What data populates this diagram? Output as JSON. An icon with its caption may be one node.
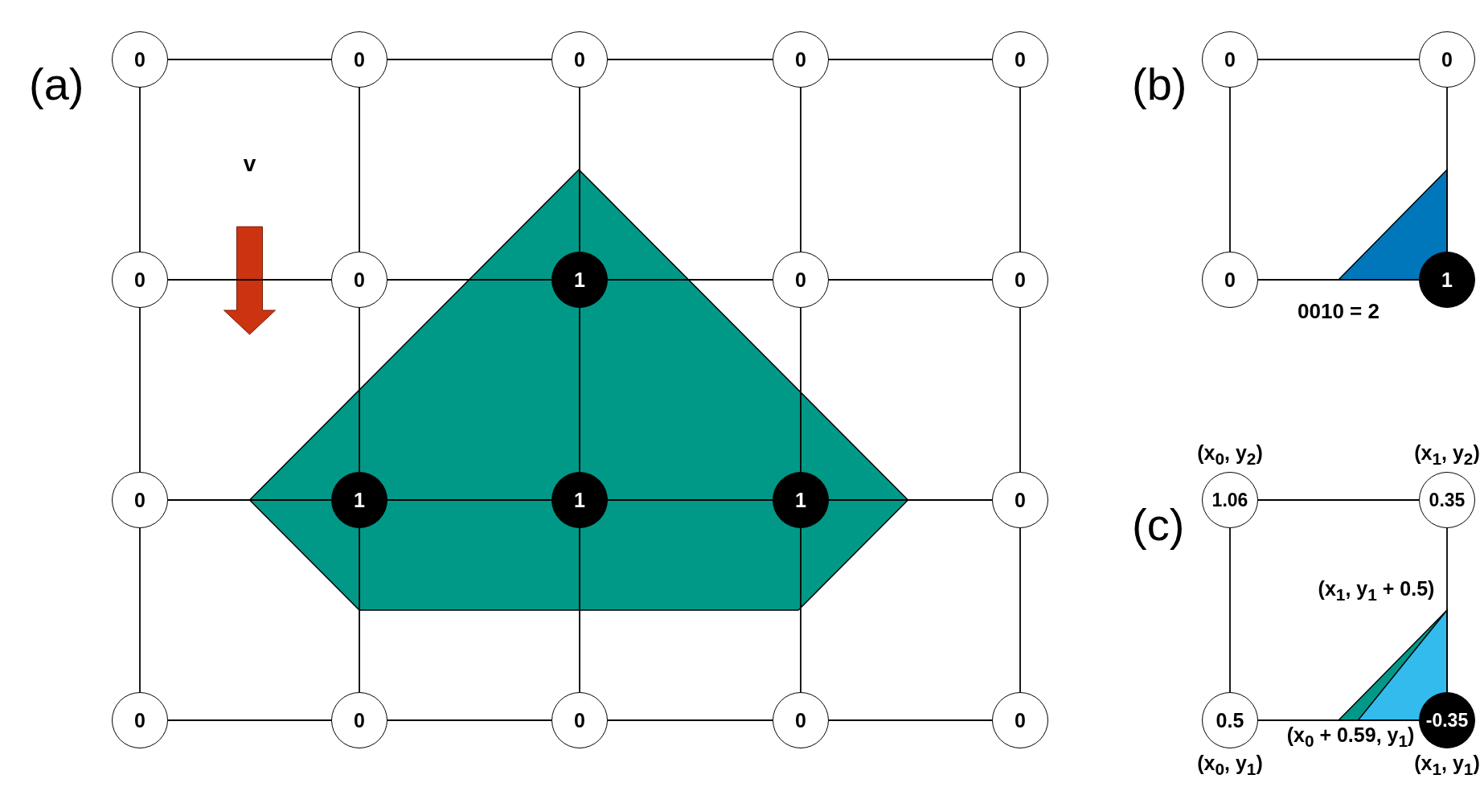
{
  "diagram": {
    "nodes": [
      {
        "text": [
          "0"
        ]
      },
      {
        "text": [
          "0"
        ]
      },
      {
        "text": [
          "0"
        ]
      },
      {
        "text": [
          "0"
        ]
      },
      {
        "text": [
          "0"
        ]
      },
      {
        "text": [
          "0"
        ]
      },
      {
        "text": [
          "0"
        ]
      },
      {
        "text": [
          "1"
        ]
      },
      {
        "text": [
          "0"
        ]
      },
      {
        "text": [
          "0"
        ]
      },
      {
        "text": [
          "0"
        ]
      },
      {
        "text": [
          "1"
        ]
      },
      {
        "text": [
          "1"
        ]
      },
      {
        "text": [
          "1"
        ]
      },
      {
        "text": [
          "0"
        ]
      },
      {
        "text": [
          "0"
        ]
      },
      {
        "text": [
          "0"
        ]
      },
      {
        "text": [
          "0"
        ]
      },
      {
        "text": [
          "0"
        ]
      },
      {
        "text": [
          "0"
        ]
      },
      {
        "text": [
          "0"
        ]
      },
      {
        "text": [
          "0"
        ]
      },
      {
        "text": [
          "0"
        ]
      },
      {
        "text": [
          "1"
        ]
      },
      {
        "text": [
          "1.06"
        ],
        "beside": [
          "(x$_{0}$, y$_{2}$)"
        ]
      },
      {
        "text": [
          "0.35"
        ],
        "beside": [
          "(x$_{1}$, y$_{2}$)"
        ]
      },
      {
        "text": [
          "0.5"
        ],
        "beside": [
          "(x$_{0}$, y$_{1}$)"
        ]
      },
      {
        "text": [
          "-0.35"
        ],
        "beside": [
          "(x$_{1}$, y$_{1}$)"
        ]
      }
    ],
    "edges": [
      {
        "from": 0,
        "to": 1,
        "arrow": "none"
      },
      {
        "from": 1,
        "to": 2,
        "arrow": "none"
      },
      {
        "from": 2,
        "to": 3,
        "arrow": "none"
      },
      {
        "from": 3,
        "to": 4,
        "arrow": "none"
      },
      {
        "from": 5,
        "to": 6,
        "arrow": "none"
      },
      {
        "from": 6,
        "to": 7,
        "arrow": "none"
      },
      {
        "from": 7,
        "to": 8,
        "arrow": "none"
      },
      {
        "from": 8,
        "to": 9,
        "arrow": "none"
      },
      {
        "from": 10,
        "to": 11,
        "arrow": "none"
      },
      {
        "from": 11,
        "to": 12,
        "arrow": "none"
      },
      {
        "from": 12,
        "to": 13,
        "arrow": "none"
      },
      {
        "from": 13,
        "to": 14,
        "arrow": "none"
      },
      {
        "from": 15,
        "to": 16,
        "arrow": "none"
      },
      {
        "from": 16,
        "to": 17,
        "arrow": "none"
      },
      {
        "from": 17,
        "to": 18,
        "arrow": "none"
      },
      {
        "from": 18,
        "to": 19,
        "arrow": "none"
      },
      {
        "from": 0,
        "to": 5,
        "arrow": "none"
      },
      {
        "from": 5,
        "to": 10,
        "arrow": "none"
      },
      {
        "from": 10,
        "to": 15,
        "arrow": "none"
      },
      {
        "from": 1,
        "to": 6,
        "arrow": "none"
      },
      {
        "from": 6,
        "to": 11,
        "arrow": "none"
      },
      {
        "from": 11,
        "to": 16,
        "arrow": "none"
      },
      {
        "from": 2,
        "to": 7,
        "arrow": "none"
      },
      {
        "from": 7,
        "to": 12,
        "arrow": "none"
      },
      {
        "from": 12,
        "to": 17,
        "arrow": "none"
      },
      {
        "from": 3,
        "to": 8,
        "arrow": "none"
      },
      {
        "from": 8,
        "to": 13,
        "arrow": "none"
      },
      {
        "from": 13,
        "to": 18,
        "arrow": "none"
      },
      {
        "from": 4,
        "to": 9,
        "arrow": "none"
      },
      {
        "from": 9,
        "to": 14,
        "arrow": "none"
      },
      {
        "from": 14,
        "to": 19,
        "arrow": "none"
      },
      {
        "from": 20,
        "to": 21,
        "arrow": "none"
      },
      {
        "from": 22,
        "to": 23,
        "arrow": "none"
      },
      {
        "from": 20,
        "to": 22,
        "arrow": "none"
      },
      {
        "from": 21,
        "to": 23,
        "arrow": "none"
      },
      {
        "from": 24,
        "to": 25,
        "arrow": "none"
      },
      {
        "from": 26,
        "to": 27,
        "arrow": "none"
      },
      {
        "from": 24,
        "to": 26,
        "arrow": "none"
      },
      {
        "from": 25,
        "to": 27,
        "arrow": "none"
      }
    ],
    "labels": [
      "(a)",
      "v",
      "(b)",
      "0010 = 2",
      "(c)",
      "(x$_{1}$, y$_{1}$ + 0.5)",
      "(x$_{0}$ + 0.59, y$_{1}$)"
    ]
  }
}
